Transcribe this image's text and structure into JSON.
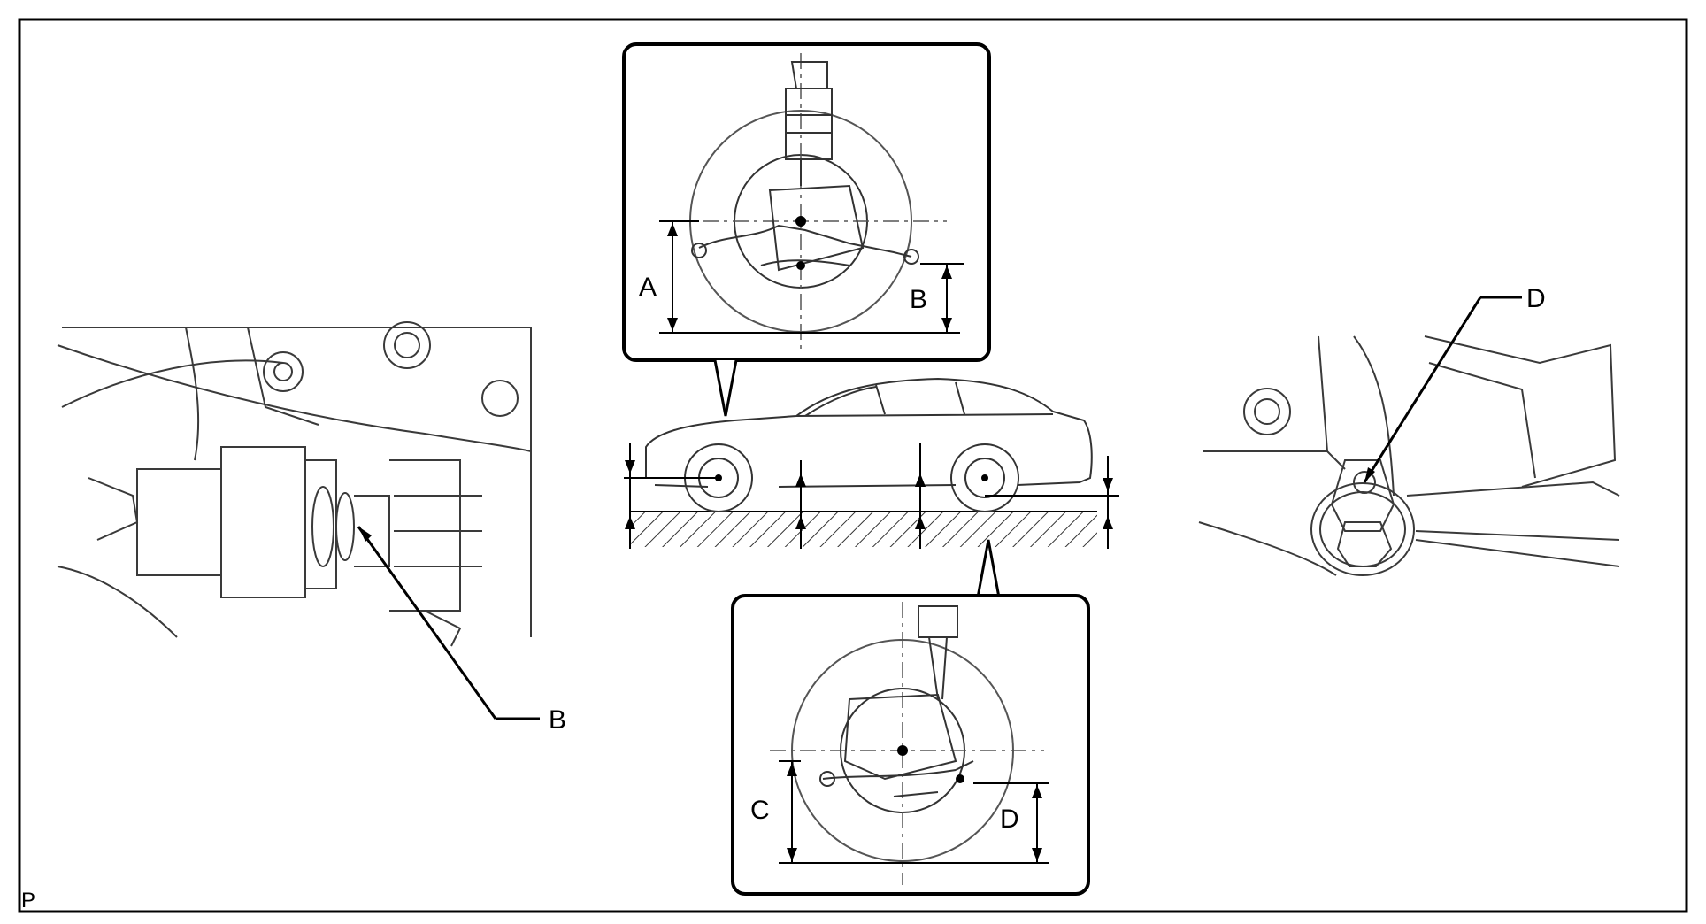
{
  "labels": {
    "left_callout": "B",
    "front_height": "A",
    "front_arm": "B",
    "rear_height": "C",
    "rear_arm": "D",
    "right_callout": "D"
  },
  "figure_code": "P",
  "colors": {
    "ink": "#000000",
    "line": "#3a3a3a",
    "paper": "#ffffff"
  }
}
